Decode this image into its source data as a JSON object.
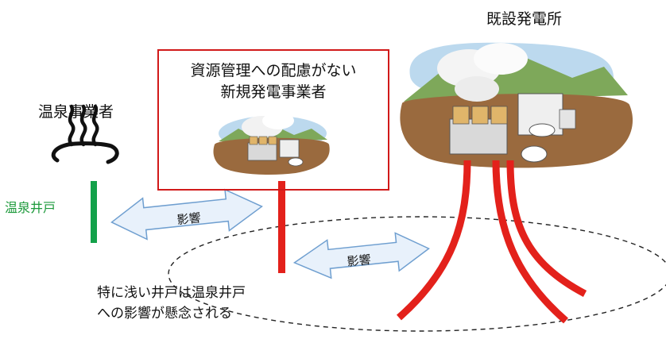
{
  "labels": {
    "onsen_operator": "温泉事業者",
    "onsen_well": "温泉井戸",
    "existing_plant": "既設発電所",
    "new_operator_line1": "資源管理への配慮がない",
    "new_operator_line2": "新規発電事業者",
    "note_line1": "特に浅い井戸は温泉井戸",
    "note_line2": "への影響が懸念される",
    "influence_left": "影響",
    "influence_right": "影響"
  },
  "colors": {
    "red_well": "#e3211b",
    "green_well": "#13a14a",
    "arrow_fill": "#e8f1fb",
    "arrow_stroke": "#6f9fd0",
    "ground": "#9a6a3e",
    "sky": "#bcd9ee",
    "hill": "#7ea85a"
  },
  "icons": {
    "onsen": "hot-spring-icon",
    "plant": "power-plant-icon"
  }
}
